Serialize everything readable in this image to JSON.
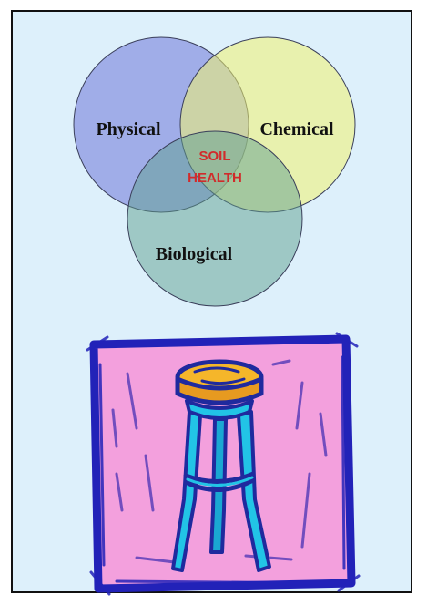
{
  "venn": {
    "circles": [
      {
        "label": "Physical",
        "color": "#6e76d8"
      },
      {
        "label": "Chemical",
        "color": "#f1f36f"
      },
      {
        "label": "Biological",
        "color": "#5f9f8f"
      }
    ],
    "center_lines": [
      "SOIL",
      "HEALTH"
    ],
    "center_color": "#d12b2b"
  },
  "clipart": {
    "icon": "three-legged-stool-icon",
    "background_color": "#f3a0dd",
    "border_color": "#2222b8"
  }
}
